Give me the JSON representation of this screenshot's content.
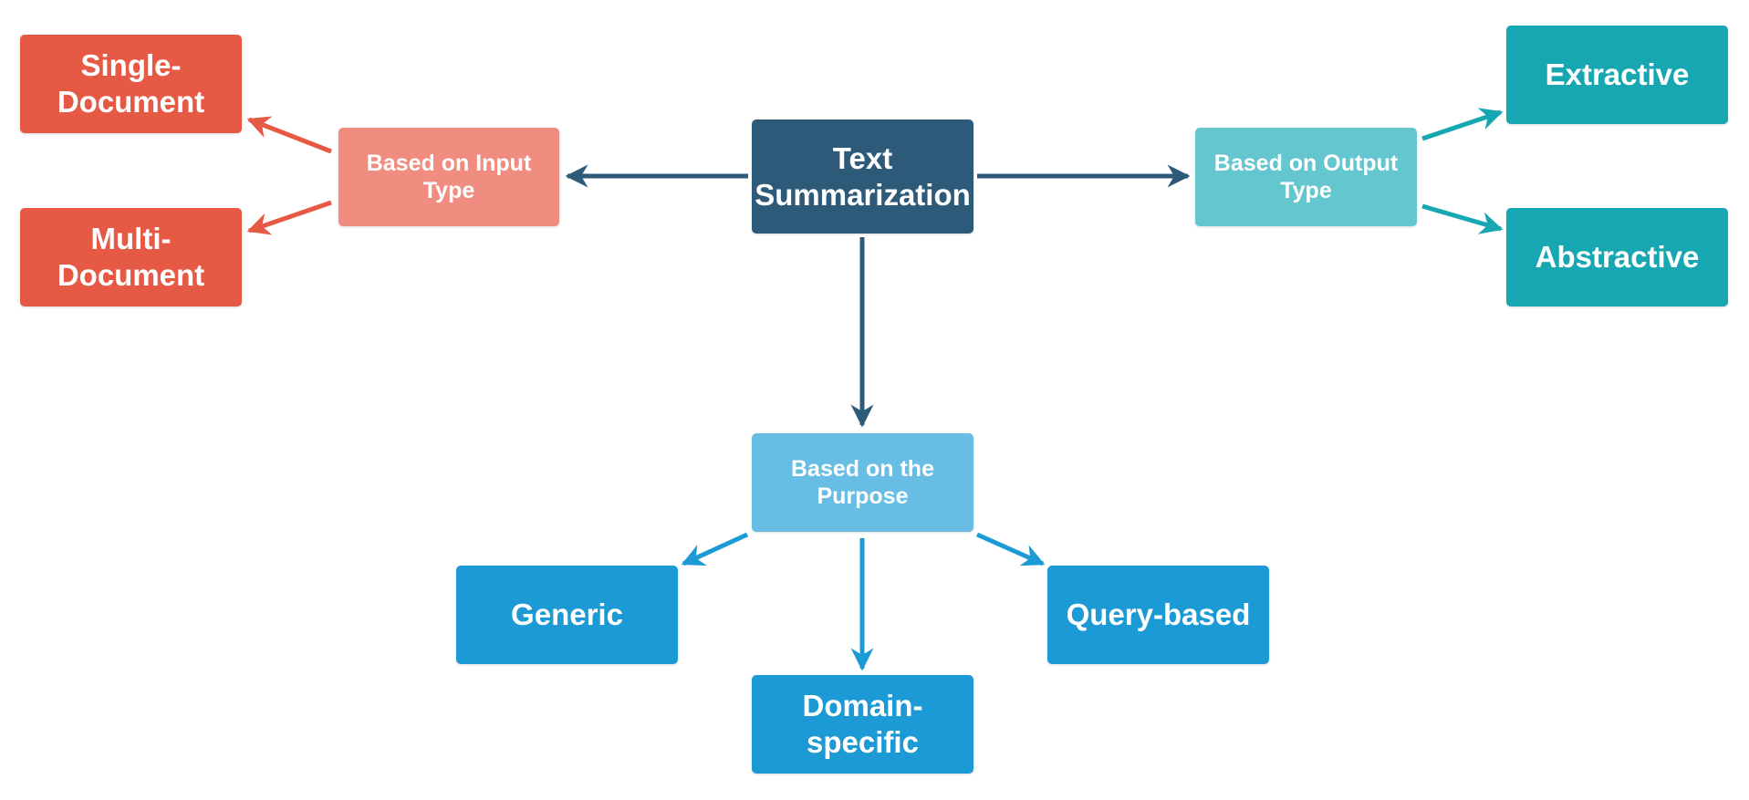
{
  "colors": {
    "root": "#2e5a7a",
    "input_category": "#f08d80",
    "input_leaf": "#e65a45",
    "output_category": "#64c6ce",
    "output_leaf": "#16a7b2",
    "purpose_category": "#67bde3",
    "purpose_leaf": "#1b9ad5"
  },
  "root": {
    "line1": "Text",
    "line2": "Summarization"
  },
  "input": {
    "category": {
      "line1": "Based on Input",
      "line2": "Type"
    },
    "single": {
      "line1": "Single-",
      "line2": "Document"
    },
    "multi": {
      "line1": "Multi-",
      "line2": "Document"
    }
  },
  "output": {
    "category": {
      "line1": "Based on Output",
      "line2": "Type"
    },
    "extractive": "Extractive",
    "abstractive": "Abstractive"
  },
  "purpose": {
    "category": {
      "line1": "Based on the",
      "line2": "Purpose"
    },
    "generic": "Generic",
    "domain": {
      "line1": "Domain-",
      "line2": "specific"
    },
    "query": "Query-based"
  }
}
